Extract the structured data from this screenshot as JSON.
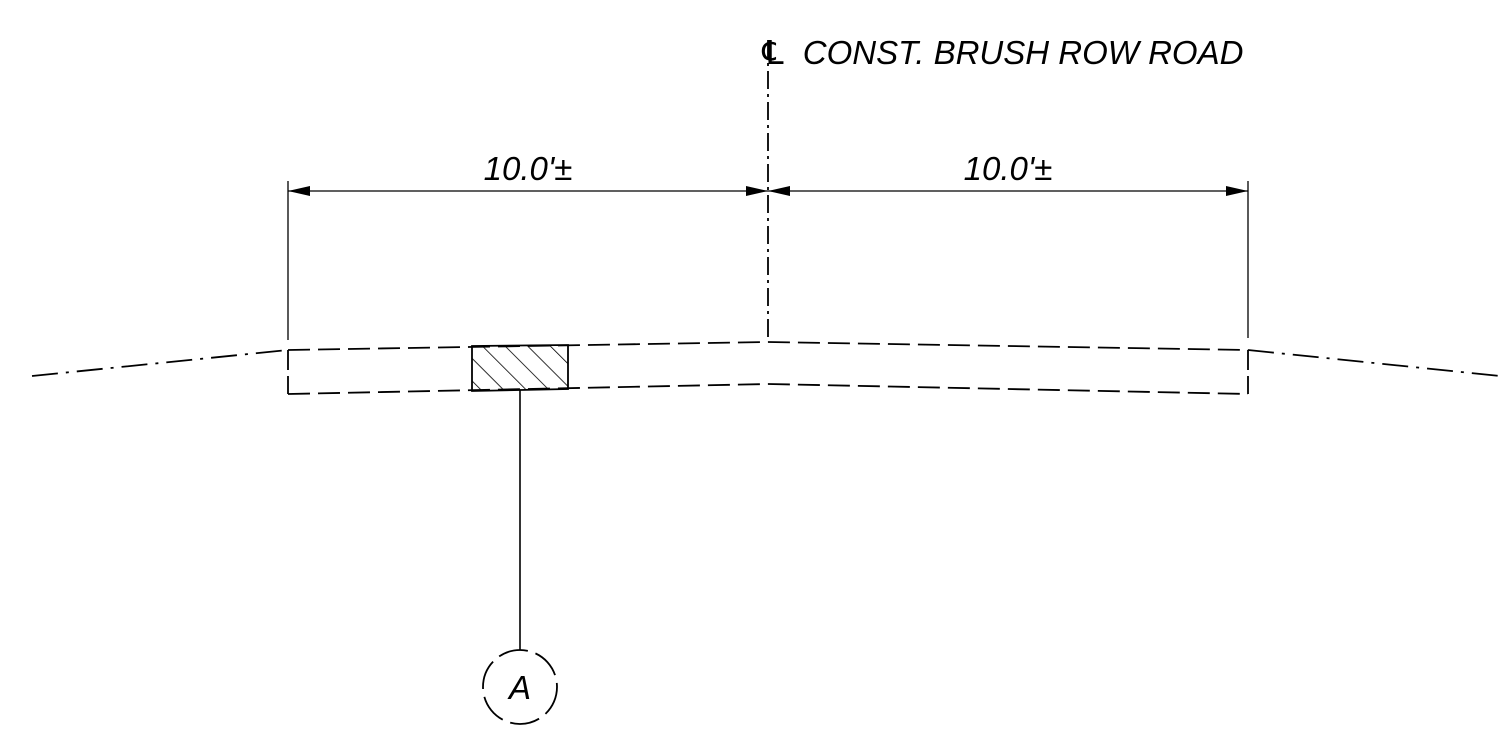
{
  "drawing": {
    "centerline_symbol": "℄",
    "centerline_label": "CONST. BRUSH ROW ROAD",
    "left_dimension": "10.0'±",
    "right_dimension": "10.0'±",
    "callout_tag": "A"
  },
  "colors": {
    "linework": "#000000",
    "background": "#ffffff"
  }
}
